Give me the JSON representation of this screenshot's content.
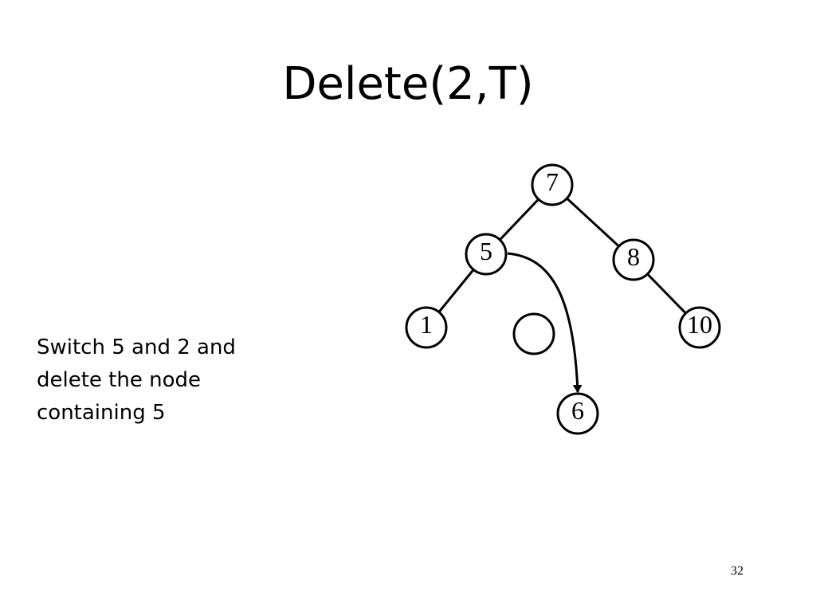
{
  "slide": {
    "title": "Delete(2,T)",
    "page_number": "32"
  },
  "caption": {
    "lines": [
      "Switch 5 and 2 and",
      "delete the node",
      "containing 5"
    ]
  },
  "tree": {
    "nodes": [
      {
        "id": "n7",
        "label": "7"
      },
      {
        "id": "n5",
        "label": "5"
      },
      {
        "id": "n8",
        "label": "8"
      },
      {
        "id": "n1",
        "label": "1"
      },
      {
        "id": "nEmpty",
        "label": ""
      },
      {
        "id": "n10",
        "label": "10"
      },
      {
        "id": "n6",
        "label": "6"
      }
    ],
    "edges": [
      {
        "from": "n7",
        "to": "n5"
      },
      {
        "from": "n7",
        "to": "n8"
      },
      {
        "from": "n5",
        "to": "n1"
      },
      {
        "from": "n8",
        "to": "n10"
      }
    ],
    "arrow": {
      "from": "n5",
      "to": "n6"
    }
  },
  "colors": {
    "stroke": "#000000",
    "background": "#ffffff"
  }
}
